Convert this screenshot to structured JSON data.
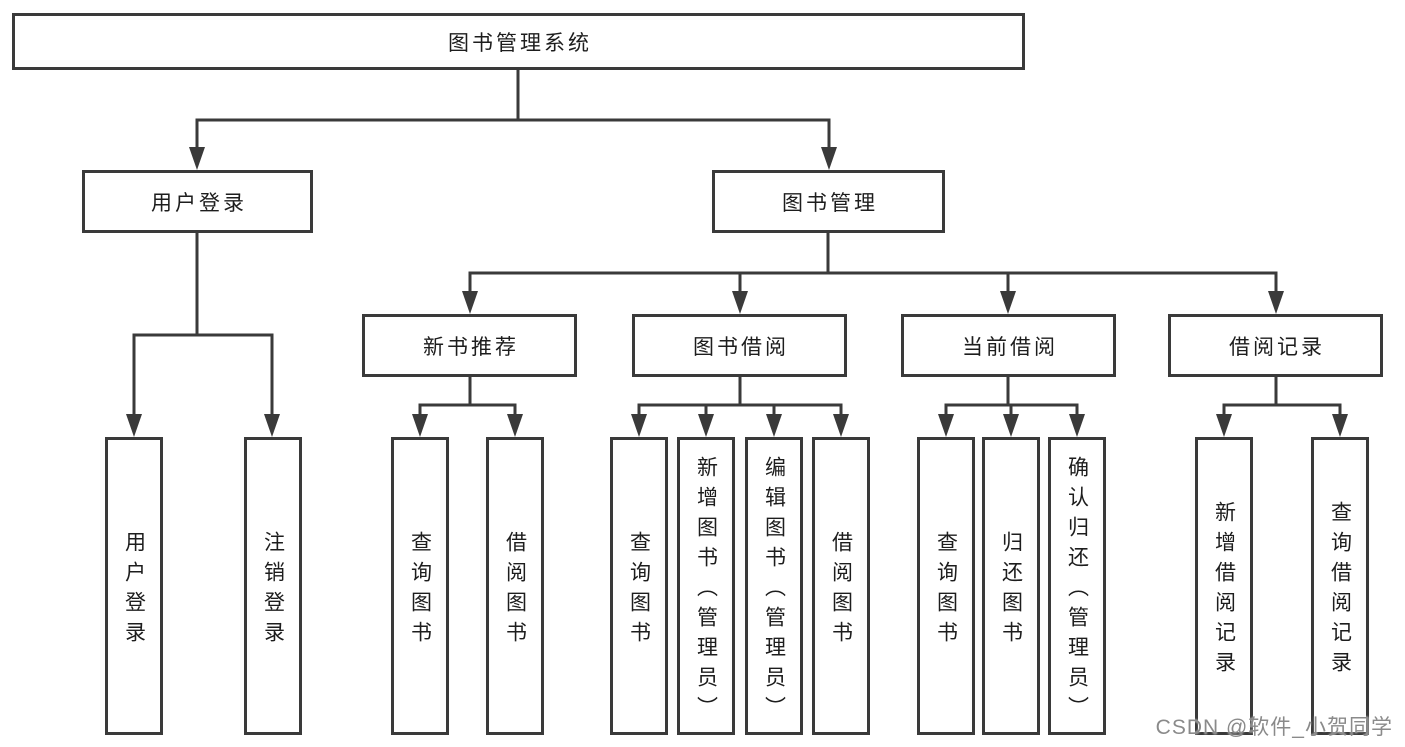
{
  "diagram_title": "图书管理系统",
  "tree": {
    "label": "图书管理系统",
    "children": [
      {
        "label": "用户登录",
        "children": [
          {
            "label": "用户登录"
          },
          {
            "label": "注销登录"
          }
        ]
      },
      {
        "label": "图书管理",
        "children": [
          {
            "label": "新书推荐",
            "children": [
              {
                "label": "查询图书"
              },
              {
                "label": "借阅图书"
              }
            ]
          },
          {
            "label": "图书借阅",
            "children": [
              {
                "label": "查询图书"
              },
              {
                "label": "新增图书（管理员）"
              },
              {
                "label": "编辑图书（管理员）"
              },
              {
                "label": "借阅图书"
              }
            ]
          },
          {
            "label": "当前借阅",
            "children": [
              {
                "label": "查询图书"
              },
              {
                "label": "归还图书"
              },
              {
                "label": "确认归还（管理员）"
              }
            ]
          },
          {
            "label": "借阅记录",
            "children": [
              {
                "label": "新增借阅记录"
              },
              {
                "label": "查询借阅记录"
              }
            ]
          }
        ]
      }
    ]
  },
  "watermark": {
    "text": "CSDN @软件_小贺同学"
  },
  "colors": {
    "line": "#3a3a3a",
    "box_border": "#3a3a3a",
    "box_fill": "#ffffff",
    "text": "#1d1d1d",
    "watermark": "#8a8a8a",
    "background": "#ffffff"
  }
}
